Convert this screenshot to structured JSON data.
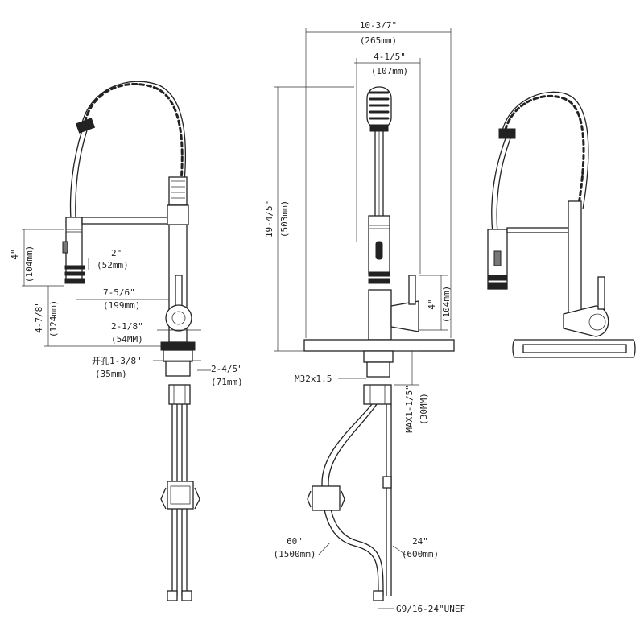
{
  "colors": {
    "line": "#222222",
    "background": "#ffffff",
    "shade": "#777777"
  },
  "dimensions": {
    "overall_width": {
      "imperial": "10-3/7\"",
      "metric": "(265mm)"
    },
    "spout_reach_side": {
      "imperial": "4-1/5\"",
      "metric": "(107mm)"
    },
    "overall_height": {
      "imperial": "19-4/5\"",
      "metric": "(503mm)"
    },
    "sprayhead_height": {
      "imperial": "4\"",
      "metric": "(104mm)"
    },
    "sprayhead_dia": {
      "imperial": "2\"",
      "metric": "(52mm)"
    },
    "spout_reach": {
      "imperial": "7-5/6\"",
      "metric": "(199mm)"
    },
    "lower_height": {
      "imperial": "4-7/8\"",
      "metric": "(124mm)"
    },
    "base_dia": {
      "imperial": "2-1/8\"",
      "metric": "(54MM)"
    },
    "hole_dia": {
      "imperial": "开孔1-3/8\"",
      "metric": "(35mm)"
    },
    "mount_dia": {
      "imperial": "2-4/5\"",
      "metric": "(71mm)"
    },
    "thread_size": "M32x1.5",
    "max_deck": {
      "imperial": "MAX1-1/5\"",
      "metric": "(30MM)"
    },
    "handle_height": {
      "imperial": "4\"",
      "metric": "(104mm)"
    },
    "hose_length": {
      "imperial": "60\"",
      "metric": "(1500mm)"
    },
    "supply_length": {
      "imperial": "24\"",
      "metric": "(600mm)"
    },
    "connector": "G9/16-24\"UNEF"
  }
}
